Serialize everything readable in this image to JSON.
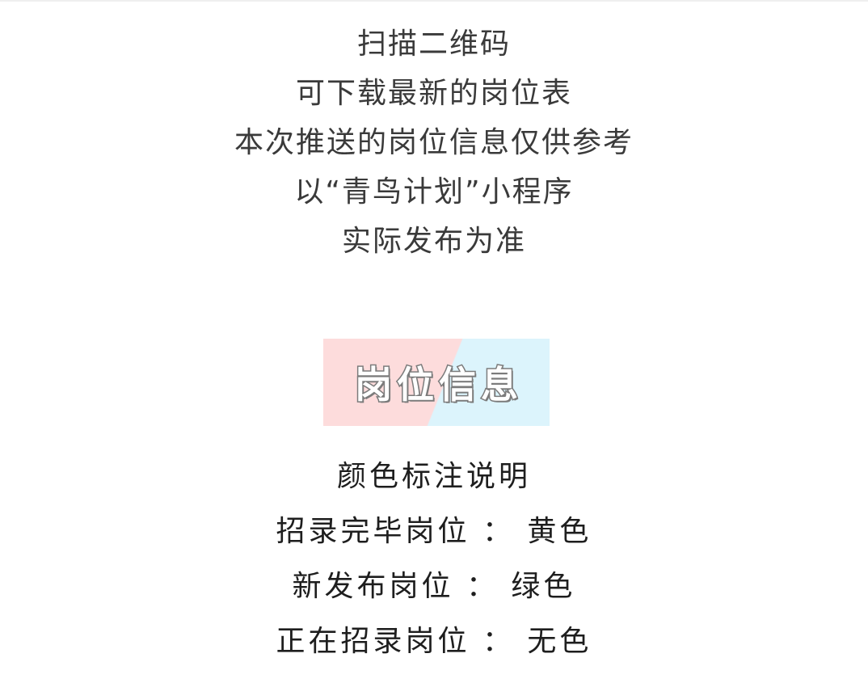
{
  "notice": {
    "lines": [
      "扫描二维码",
      "可下载最新的岗位表",
      "本次推送的岗位信息仅供参考",
      "以“青鸟计划”小程序",
      "实际发布为准"
    ]
  },
  "banner": {
    "title": "岗位信息",
    "colors": {
      "left": "#fddcdc",
      "right": "#dcf4fc",
      "outline": "#7b7b7b"
    }
  },
  "legend": {
    "heading": "颜色标注说明",
    "items": [
      {
        "label": "招录完毕岗位",
        "separator": "：",
        "color_name": "黄色",
        "text": "招录完毕岗位 ： 黄色"
      },
      {
        "label": "新发布岗位",
        "separator": "：",
        "color_name": "绿色",
        "text": "新发布岗位 ： 绿色"
      },
      {
        "label": "正在招录岗位",
        "separator": "：",
        "color_name": "无色",
        "text": "正在招录岗位 ： 无色"
      }
    ]
  }
}
